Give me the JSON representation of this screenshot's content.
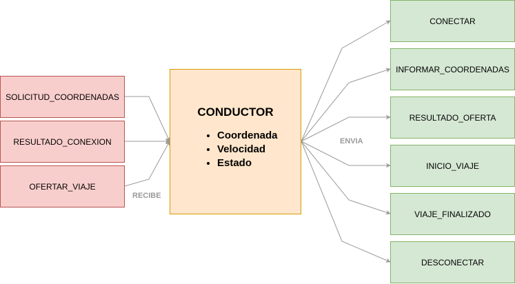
{
  "inputs": [
    {
      "label": "SOLICITUD_COORDENADAS"
    },
    {
      "label": "RESULTADO_CONEXION"
    },
    {
      "label": "OFERTAR_VIAJE"
    }
  ],
  "center": {
    "title": "CONDUCTOR",
    "items": [
      "Coordenada",
      "Velocidad",
      "Estado"
    ]
  },
  "outputs": [
    {
      "label": "CONECTAR"
    },
    {
      "label": "INFORMAR_COORDENADAS"
    },
    {
      "label": "RESULTADO_OFERTA"
    },
    {
      "label": "INICIO_VIAJE"
    },
    {
      "label": "VIAJE_FINALIZADO"
    },
    {
      "label": "DESCONECTAR"
    }
  ],
  "edge_labels": {
    "receive": "RECIBE",
    "send": "ENVIA"
  },
  "colors": {
    "input_fill": "#f8cecc",
    "input_stroke": "#b85450",
    "output_fill": "#d5e8d4",
    "output_stroke": "#82b366",
    "center_fill": "#ffe6cc",
    "center_stroke": "#d79b00",
    "edge": "#999999"
  }
}
